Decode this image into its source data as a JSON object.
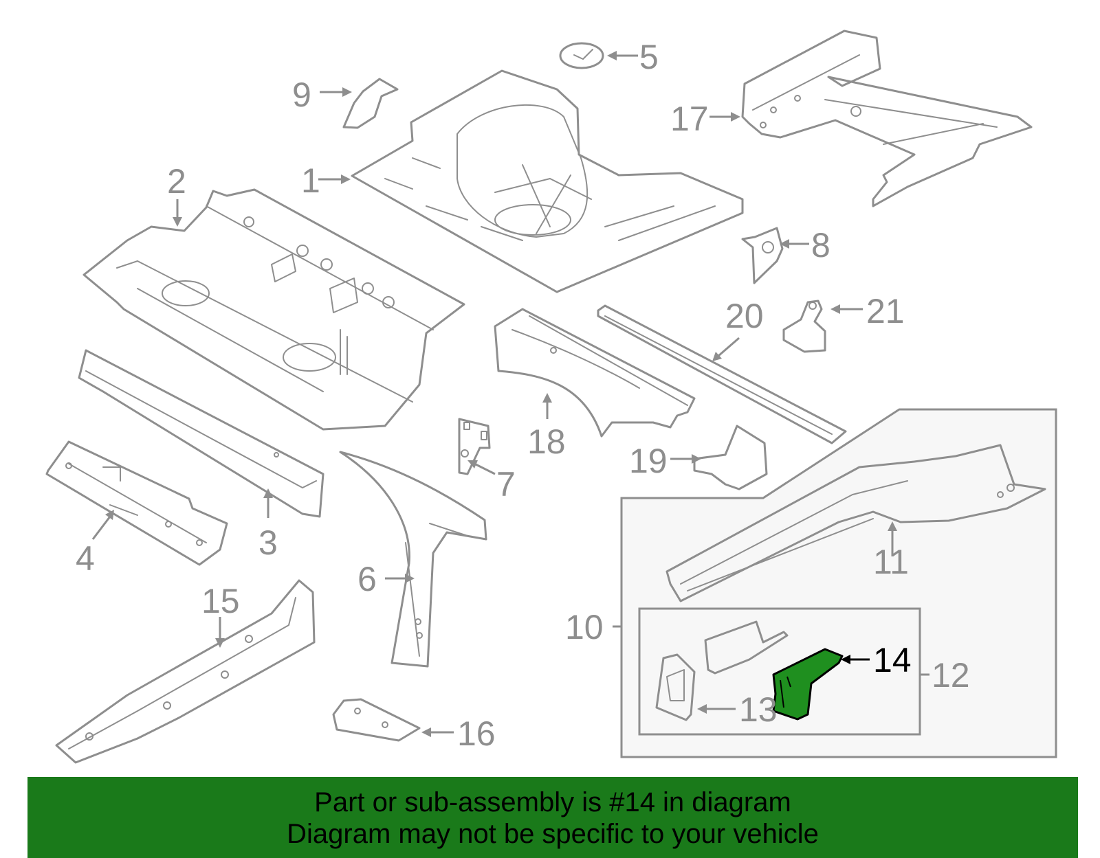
{
  "callouts": {
    "c1": "1",
    "c2": "2",
    "c3": "3",
    "c4": "4",
    "c5": "5",
    "c6": "6",
    "c7": "7",
    "c8": "8",
    "c9": "9",
    "c10": "10",
    "c11": "11",
    "c12": "12",
    "c13": "13",
    "c14": "14",
    "c15": "15",
    "c16": "16",
    "c17": "17",
    "c18": "18",
    "c19": "19",
    "c20": "20",
    "c21": "21"
  },
  "banner": {
    "line1": "Part or sub-assembly is #14 in diagram",
    "line2": "Diagram may not be specific to your vehicle"
  },
  "colors": {
    "banner_bg": "#1a7a1a",
    "highlight_part": "#1f8f1f",
    "line_gray": "#8e8e8e"
  },
  "highlighted_part": "14"
}
